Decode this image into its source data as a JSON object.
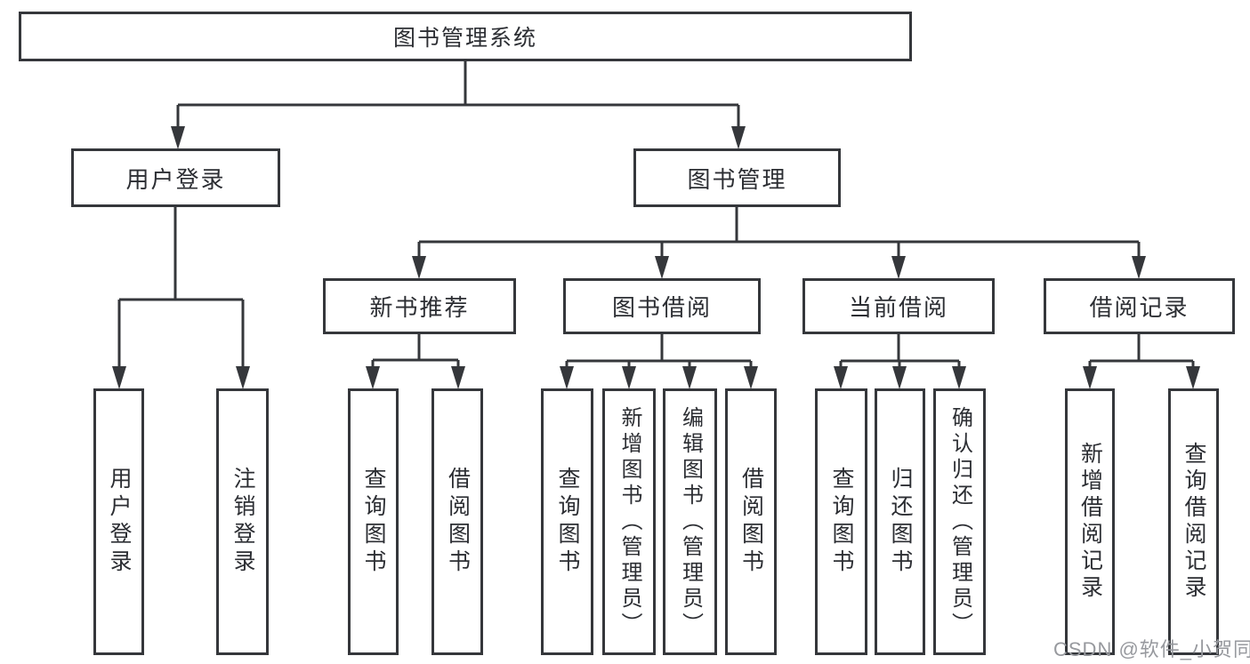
{
  "nodes": {
    "root": {
      "label": "图书管理系统"
    },
    "user_login": {
      "label": "用户登录"
    },
    "book_management": {
      "label": "图书管理"
    },
    "new_book_recommend": {
      "label": "新书推荐"
    },
    "book_borrowing": {
      "label": "图书借阅"
    },
    "current_borrowing": {
      "label": "当前借阅"
    },
    "borrowing_records": {
      "label": "借阅记录"
    },
    "login": {
      "label": "用户登录"
    },
    "logout": {
      "label": "注销登录"
    },
    "rec_query_books": {
      "label": "查询图书"
    },
    "rec_borrow_books": {
      "label": "借阅图书"
    },
    "bb_query_books": {
      "label": "查询图书"
    },
    "bb_add_books": {
      "label": "新增图书（管理员）"
    },
    "bb_edit_books": {
      "label": "编辑图书（管理员）"
    },
    "bb_borrow_books": {
      "label": "借阅图书"
    },
    "cb_query_books": {
      "label": "查询图书"
    },
    "cb_return_books": {
      "label": "归还图书"
    },
    "cb_confirm_return": {
      "label": "确认归还（管理员）"
    },
    "br_add_record": {
      "label": "新增借阅记录"
    },
    "br_query_record": {
      "label": "查询借阅记录"
    }
  },
  "watermark": {
    "text": "CSDN @软件_小贺同学"
  },
  "colors": {
    "line": "#35373b",
    "border": "#35373b",
    "text": "#2c2e33",
    "watermark": "#97999e",
    "background": "#ffffff"
  }
}
